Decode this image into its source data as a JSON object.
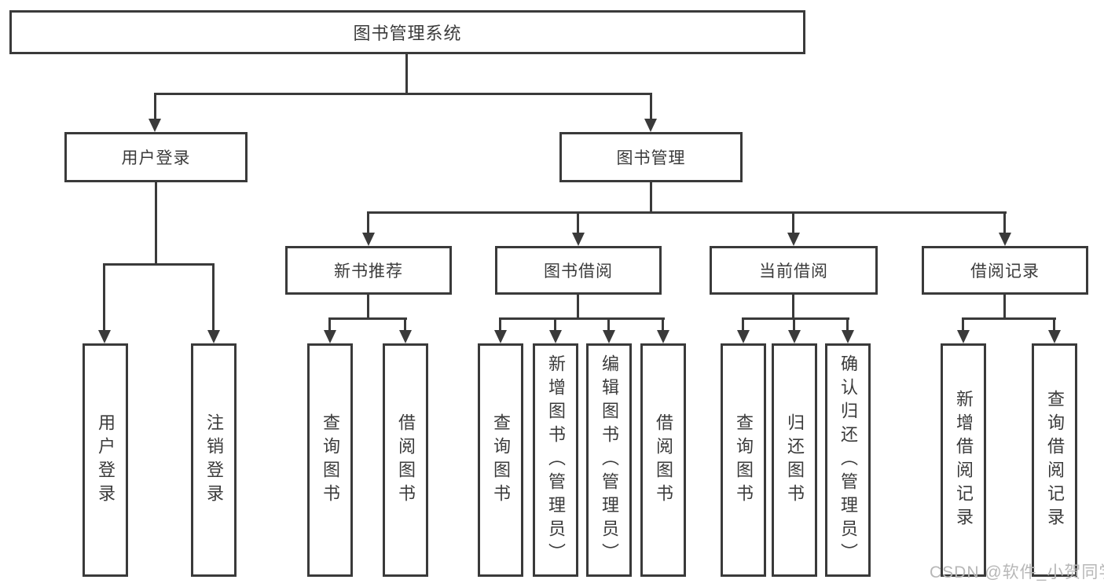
{
  "tree": {
    "root": "图书管理系统",
    "branches": [
      {
        "label": "用户登录",
        "leaves": [
          "用户登录",
          "注销登录"
        ]
      },
      {
        "label": "图书管理",
        "groups": [
          {
            "label": "新书推荐",
            "leaves": [
              "查询图书",
              "借阅图书"
            ]
          },
          {
            "label": "图书借阅",
            "leaves": [
              "查询图书",
              "新增图书（管理员）",
              "编辑图书（管理员）",
              "借阅图书"
            ]
          },
          {
            "label": "当前借阅",
            "leaves": [
              "查询图书",
              "归还图书",
              "确认归还（管理员）"
            ]
          },
          {
            "label": "借阅记录",
            "leaves": [
              "新增借阅记录",
              "查询借阅记录"
            ]
          }
        ]
      }
    ]
  },
  "watermark": "CSDN @软件_小贺同学",
  "colors": {
    "line": "#3a3a3a",
    "text": "#3b3b3b",
    "background": "#ffffff",
    "watermark": "#b7b7b7"
  }
}
